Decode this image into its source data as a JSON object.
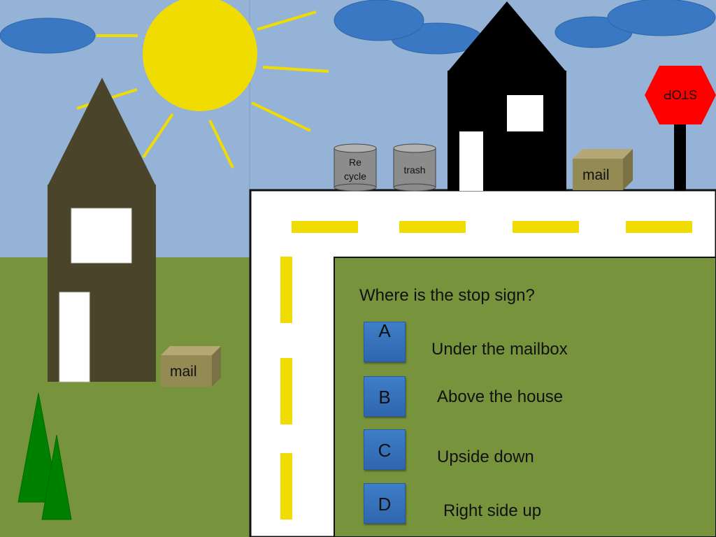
{
  "quiz": {
    "question": "Where is the stop sign?",
    "answers": [
      {
        "letter": "A",
        "text": "Under the mailbox"
      },
      {
        "letter": "B",
        "text": "Above the house"
      },
      {
        "letter": "C",
        "text": "Upside down"
      },
      {
        "letter": "D",
        "text": "Right side up"
      }
    ]
  },
  "scene": {
    "stop_sign_text": "STOP",
    "recycle_can_label": "Re cycle",
    "trash_can_label": "trash",
    "mailbox_left_label": "mail",
    "mailbox_right_label": "mail"
  },
  "colors": {
    "sky": "#95b3d7",
    "grass": "#77933c",
    "sun": "#f0dc00",
    "cloud": "#3a78c3",
    "road_stripe": "#f0dc00",
    "stop_sign": "#ff0000",
    "answer_button": "#3a78c3",
    "black_house": "#000000",
    "brown_house": "#4a452a",
    "tree": "#008000",
    "mailbox": "#948a54"
  }
}
